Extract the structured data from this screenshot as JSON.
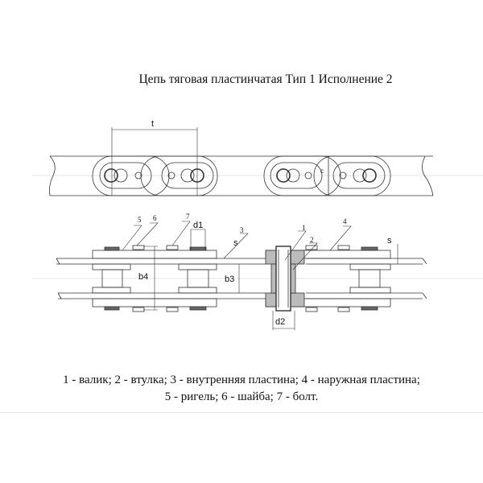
{
  "title": "Цепь тяговая пластинчатая Тип 1 Исполнение 2",
  "dimensions": {
    "t": "t",
    "c": "c",
    "b4": "b4",
    "b3": "b3",
    "d1": "d1",
    "d2": "d2",
    "s1": "s",
    "s2": "s"
  },
  "callouts": {
    "n1": "1",
    "n2": "2",
    "n3": "3",
    "n4": "4",
    "n5": "5",
    "n6": "6",
    "n7": "7"
  },
  "legend": {
    "line1": "1 - валик; 2 - втулка; 3 - внутренняя пластина; 4 - наружная пластина;",
    "line2": "5 - ригель; 6 - шайба; 7 - болт."
  }
}
